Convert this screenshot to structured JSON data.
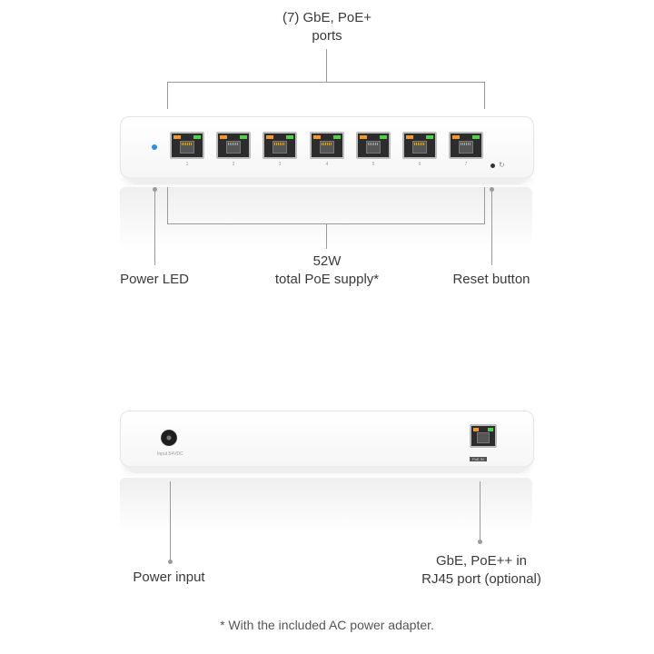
{
  "top_view": {
    "ports_label_line1": "(7) GbE, PoE+",
    "ports_label_line2": "ports",
    "port_numbers": [
      "1",
      "2",
      "3",
      "4",
      "5",
      "6",
      "7"
    ],
    "supply_label_line1": "52W",
    "supply_label_line2": "total PoE supply*",
    "power_led_label": "Power LED",
    "reset_label": "Reset button"
  },
  "bottom_view": {
    "power_input_label": "Power input",
    "rj45_label_line1": "GbE, PoE++ in",
    "rj45_label_line2": "RJ45 port (optional)"
  },
  "footnote": "* With the included AC power adapter.",
  "colors": {
    "power_led": "#2e8ff0",
    "port_led_activity": "#f19a2b",
    "port_led_link": "#4fd24a",
    "callout_line": "#9a9a9a"
  }
}
